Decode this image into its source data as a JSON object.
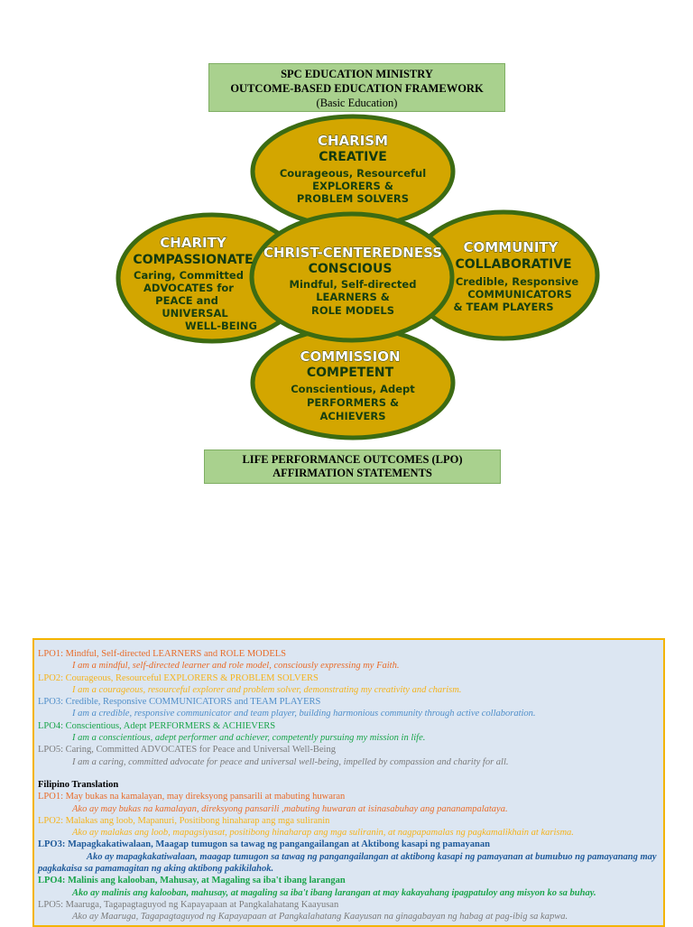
{
  "header": {
    "line1": "SPC EDUCATION MINISTRY",
    "line2": "OUTCOME-BASED EDUCATION FRAMEWORK",
    "line3": "(Basic Education)"
  },
  "diagram": {
    "colors": {
      "fill": "#d3a600",
      "stroke": "#3c6b12"
    },
    "top": {
      "head": "CHARISM",
      "sub": "CREATIVE",
      "l1": "Courageous, Resourceful",
      "l2": "EXPLORERS &",
      "l3": "PROBLEM SOLVERS"
    },
    "left": {
      "head": "CHARITY",
      "sub": "COMPASSIONATE",
      "l1": "Caring, Committed",
      "l2": "ADVOCATES for",
      "l3": "PEACE and",
      "l4": "UNIVERSAL",
      "l5": "WELL-BEING"
    },
    "center": {
      "head": "CHRIST-CENTEREDNESS",
      "sub": "CONSCIOUS",
      "l1": "Mindful, Self-directed",
      "l2": "LEARNERS &",
      "l3": "ROLE MODELS"
    },
    "right": {
      "head": "COMMUNITY",
      "sub": "COLLABORATIVE",
      "l1": "Credible, Responsive",
      "l2": "COMMUNICATORS",
      "l3": "& TEAM PLAYERS"
    },
    "bottom": {
      "head": "COMMISSION",
      "sub": "COMPETENT",
      "l1": "Conscientious, Adept",
      "l2": "PERFORMERS &",
      "l3": "ACHIEVERS"
    }
  },
  "lpo_box": {
    "line1": "LIFE PERFORMANCE OUTCOMES (LPO)",
    "line2": "AFFIRMATION STATEMENTS"
  },
  "english": [
    {
      "label": "LPO1:  Mindful, Self-directed LEARNERS and ROLE MODELS",
      "statement": "I am a mindful, self-directed learner and role model, consciously expressing my Faith."
    },
    {
      "label": "LPO2:  Courageous, Resourceful EXPLORERS & PROBLEM SOLVERS",
      "statement": "I am a courageous, resourceful explorer and problem solver, demonstrating my creativity and charism."
    },
    {
      "label": "LPO3:  Credible, Responsive COMMUNICATORS and TEAM PLAYERS",
      "statement": "I am a credible, responsive communicator and team player, building harmonious community through active collaboration."
    },
    {
      "label": "LPO4:  Conscientious, Adept PERFORMERS & ACHIEVERS",
      "statement": "I am a conscientious, adept performer and achiever, competently pursuing my mission in life."
    },
    {
      "label": "LPO5:  Caring, Committed ADVOCATES for Peace and Universal Well-Being",
      "statement": "I am a caring, committed advocate for peace and universal well-being, impelled by compassion and charity for all."
    }
  ],
  "filipino_heading": "Filipino Translation",
  "filipino": [
    {
      "label": "LPO1:  May bukas na kamalayan, may direksyong pansarili at mabuting huwaran",
      "statement": "Ako ay may bukas na kamalayan, direksyong pansarili ,mabuting huwaran at isinasabuhay ang pananampalataya."
    },
    {
      "label": "LPO2: Malakas ang loob, Mapanuri, Positibong hinaharap ang mga suliranin",
      "statement": "Ako ay malakas ang loob, mapagsiyasat, positibong hinaharap ang mga suliranin, at nagpapamalas ng pagkamalikhain at karisma."
    },
    {
      "label": "LPO3:  Mapagkakatiwalaan, Maagap tumugon sa tawag ng pangangailangan at Aktibong kasapi ng pamayanan",
      "statement": "Ako ay mapagkakatiwalaan, maagap tumugon sa tawag ng pangangailangan at aktibong kasapi ng pamayanan at bumubuo ng pamayanang may pagkakaisa sa pamamagitan ng aking aktibong pakikilahok."
    },
    {
      "label": "LPO4:  Malinis ang kalooban, Mahusay, at Magaling sa iba't ibang larangan",
      "statement": "Ako ay malinis ang kalooban, mahusay, at magaling sa iba't ibang larangan at may kakayahang ipagpatuloy ang misyon ko sa buhay."
    },
    {
      "label": "LPO5:  Maaruga, Tagapagtaguyod ng Kapayapaan at Pangkalahatang Kaayusan",
      "statement": "Ako ay Maaruga, Tagapagtaguyod ng Kapayapaan at Pangkalahatang Kaayusan na ginagabayan ng habag at pag-ibig sa kapwa."
    }
  ]
}
